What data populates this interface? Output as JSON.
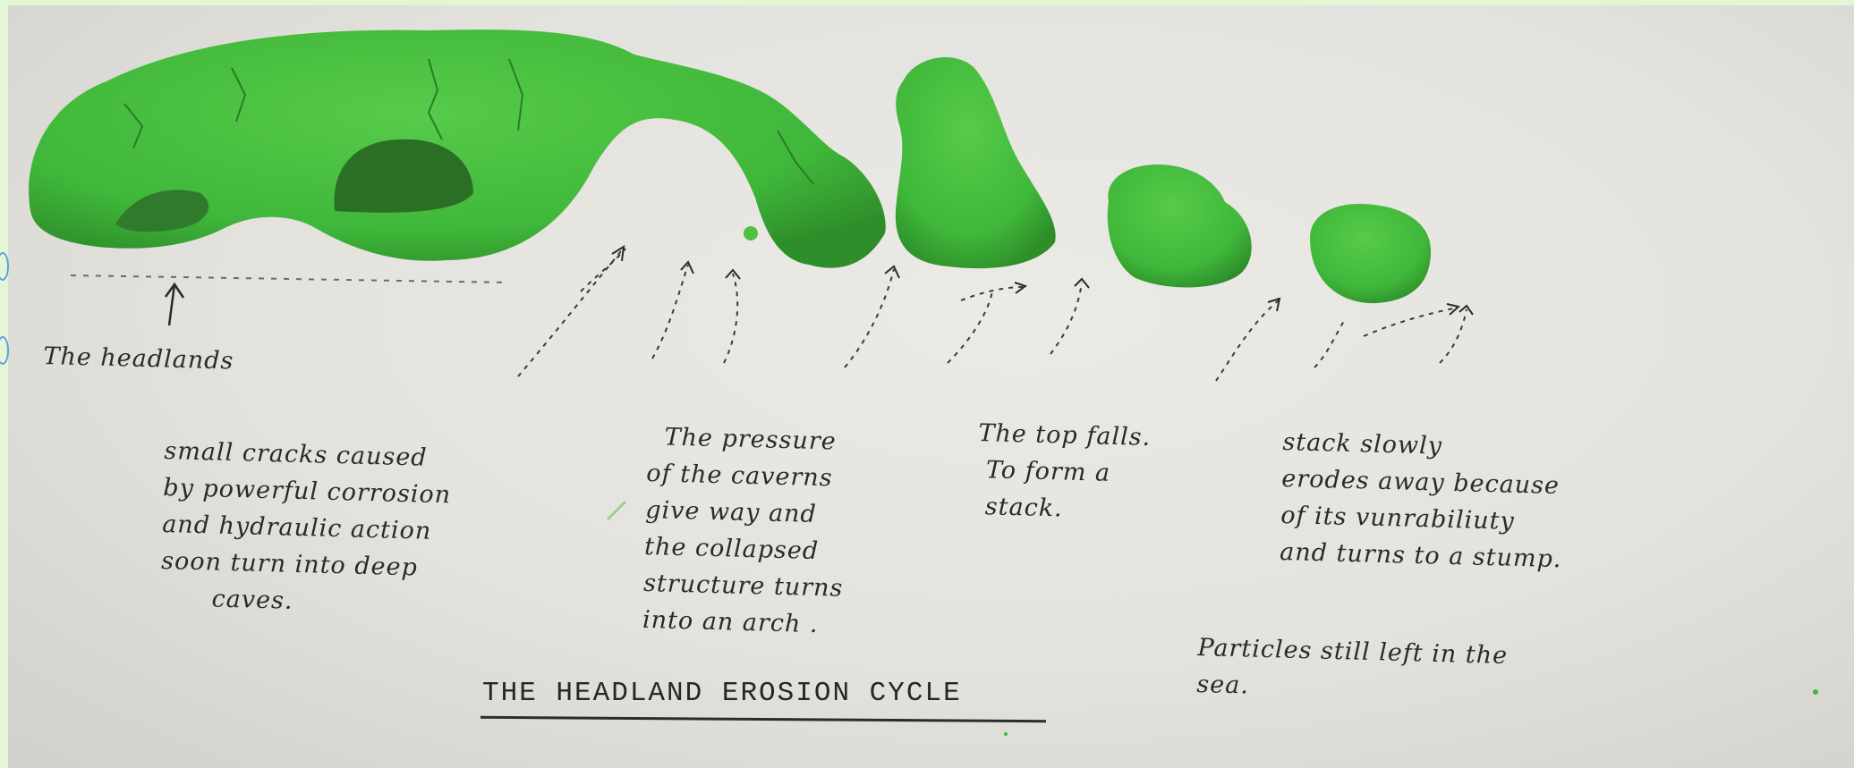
{
  "photo": {
    "caption_headlands": "The headlands",
    "stages": [
      {
        "text": "small cracks caused\nby powerful corrosion\nand hydraulic action\nsoon turn into deep\n      caves."
      },
      {
        "text": "  The pressure\nof the caverns\ngive way and\nthe collapsed\nstructure turns\ninto an arch ."
      },
      {
        "text": "The top falls.\n To form a\n stack."
      },
      {
        "text": "stack slowly\nerodes away because\nof its vunrabiliuty\nand turns to a stump."
      }
    ],
    "particles_note": "Particles still left in the\nsea.",
    "title": "THE HEADLAND EROSION CYCLE"
  },
  "colors": {
    "plasticine": "#3fb73a",
    "plasticine_dark": "#2e8e2a",
    "paper": "#e6e4df",
    "ink": "#2a2a2a",
    "page_border": "#e3f6d6"
  },
  "icons": [
    "arrow-up-icon"
  ]
}
